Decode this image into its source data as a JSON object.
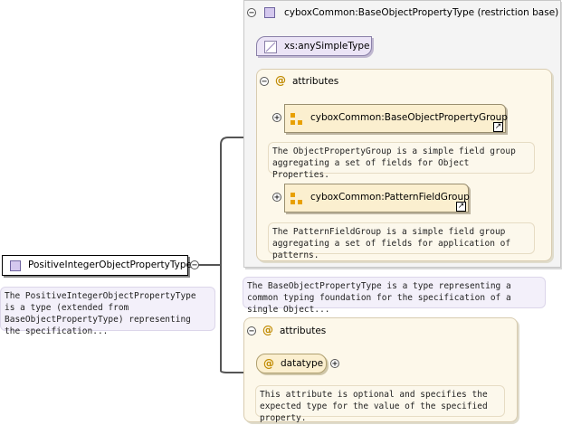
{
  "root": {
    "label": "PositiveIntegerObjectPropertyType",
    "description": "The PositiveIntegerObjectPropertyType is a type (extended from BaseObjectPropertyType) representing the specification..."
  },
  "base": {
    "label": "cyboxCommon:BaseObjectPropertyType (restriction base)",
    "simple_type": "xs:anySimpleType",
    "attributes_label": "attributes",
    "description": "The BaseObjectPropertyType is a type representing a common typing foundation for the specification of a single Object...",
    "groups": [
      {
        "label": "cyboxCommon:BaseObjectPropertyGroup",
        "description": "The ObjectPropertyGroup is a simple field group aggregating a set of fields for Object Properties."
      },
      {
        "label": "cyboxCommon:PatternFieldGroup",
        "description": "The PatternFieldGroup is a simple field group aggregating a set of fields for application of patterns."
      }
    ]
  },
  "own_attributes": {
    "label": "attributes",
    "attribute": {
      "name": "datatype",
      "description": "This attribute is optional and specifies the expected type for the value of the specified property."
    }
  },
  "symbols": {
    "collapse": "⊖",
    "expand": "⊕",
    "attr": "@",
    "link": "↗"
  },
  "colors": {
    "line": "#555555",
    "type_fill": "#d4c8ee",
    "group_fill": "#fbefcf",
    "panel_cream": "#fdf8ea",
    "note": "#f3f0fa",
    "group_icon": "#e8a000",
    "attr_icon": "#c08a00"
  }
}
